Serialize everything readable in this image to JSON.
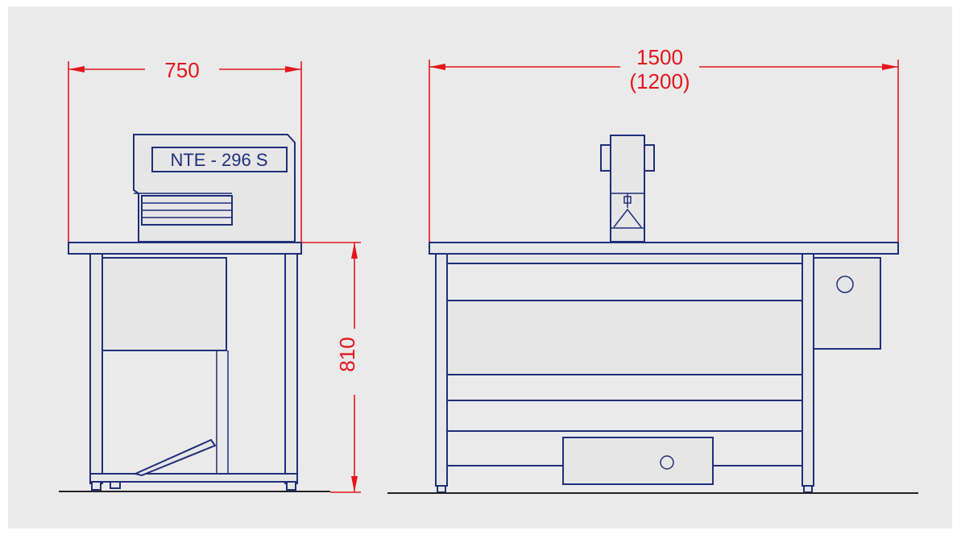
{
  "drawing": {
    "model_label": "NTE - 296 S",
    "dimensions": {
      "side_width": "750",
      "front_width": "1500",
      "front_width_alt": "(1200)",
      "height": "810"
    },
    "colors": {
      "outline": "#1f2f7a",
      "dimension": "#e3161c",
      "background": "#eaeaea",
      "part_fill": "#e6e6e6"
    }
  }
}
